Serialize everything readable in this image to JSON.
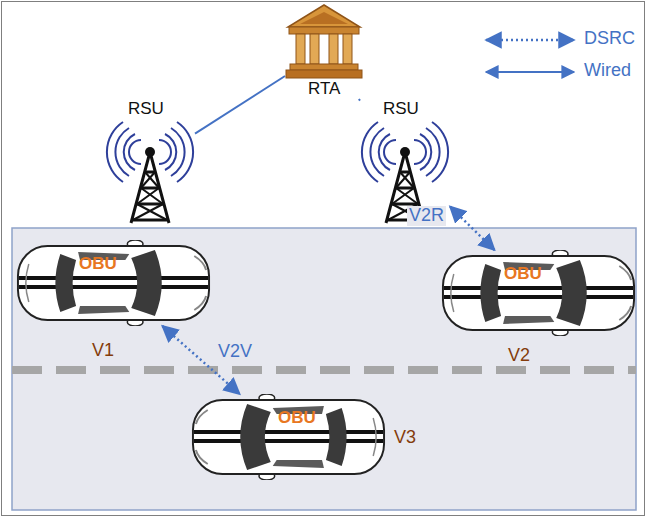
{
  "diagram": {
    "nodes": [
      {
        "text": [
          "RSU"
        ]
      },
      {
        "text": [
          "RTA"
        ]
      },
      {
        "text": [
          "RSU"
        ]
      },
      {
        "text": [
          "OBU"
        ]
      },
      {
        "text": [
          "OBU"
        ]
      },
      {
        "text": [
          "OBU"
        ]
      }
    ],
    "edges": [
      {
        "from": 1,
        "to": 0,
        "arrow": "none"
      },
      {
        "from": 1,
        "to": 2,
        "arrow": "none"
      },
      {
        "from": 3,
        "to": 5,
        "arrow": "both",
        "label": "V2V"
      },
      {
        "from": 4,
        "to": 2,
        "arrow": "both",
        "label": "V2R"
      }
    ],
    "labels": [
      "V1",
      "V2",
      "V3"
    ],
    "legend": [
      {
        "text": "DSRC"
      },
      {
        "text": "Wired"
      }
    ]
  }
}
